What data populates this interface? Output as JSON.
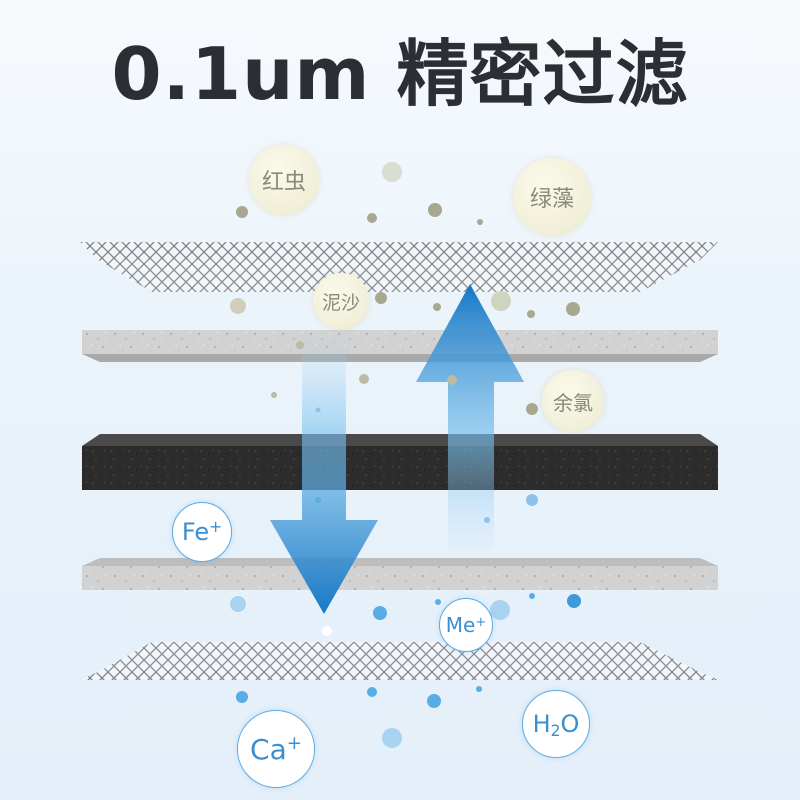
{
  "title": "0.1um 精密过滤",
  "colors": {
    "title": "#2b2e33",
    "arrow_blue": "#1a7cc9",
    "impurity_dot": "#b3b39b",
    "mineral_dot": "#58ade3",
    "carbon_layer": "#2b2b2b",
    "pp_layer": "#cfcfcf"
  },
  "impurities": [
    {
      "label": "红虫"
    },
    {
      "label": "绿藻"
    },
    {
      "label": "泥沙"
    },
    {
      "label": "余氯"
    }
  ],
  "minerals": [
    {
      "base": "Fe",
      "sup": "+",
      "sub": ""
    },
    {
      "base": "Me",
      "sup": "+",
      "sub": ""
    },
    {
      "base": "Ca",
      "sup": "+",
      "sub": ""
    },
    {
      "base": "H",
      "sub": "2",
      "tail": "O",
      "sup": ""
    }
  ],
  "layers": [
    {
      "name": "mesh",
      "icon": "mesh-layer-icon"
    },
    {
      "name": "pp-cotton",
      "icon": "pp-layer-icon"
    },
    {
      "name": "activated-carbon",
      "icon": "carbon-layer-icon"
    },
    {
      "name": "pp-cotton",
      "icon": "pp-layer-icon"
    },
    {
      "name": "mesh",
      "icon": "mesh-layer-icon"
    }
  ]
}
